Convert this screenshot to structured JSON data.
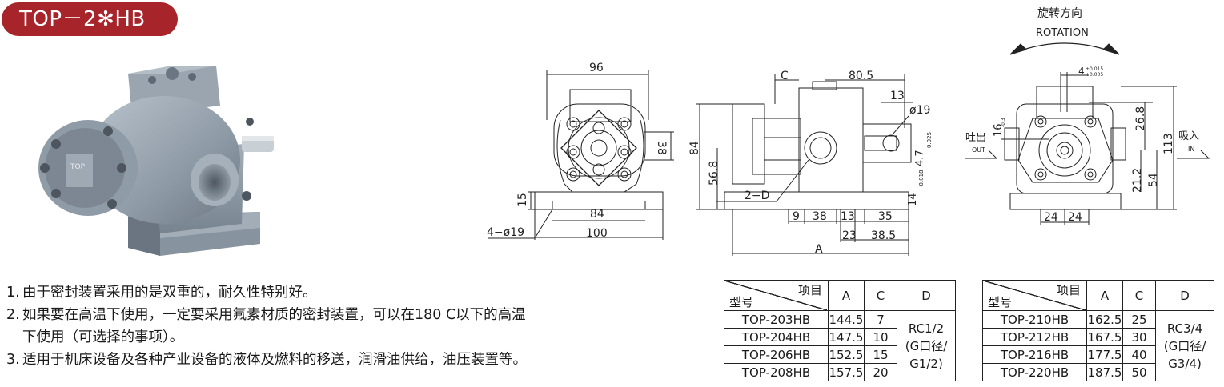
{
  "title": "TOP－2✻HB",
  "photo_label": "TOP",
  "rotation": {
    "cn": "旋转方向",
    "en": "ROTATION"
  },
  "ports": {
    "out_cn": "吐出",
    "out_en": "OUT",
    "in_cn": "吸入",
    "in_en": "IN"
  },
  "dims": {
    "front": {
      "w96": "96",
      "h38": "38",
      "h15": "15",
      "w84": "84",
      "w100": "100",
      "holes": "4−ø19"
    },
    "side": {
      "c": "C",
      "d805": "80.5",
      "d13a": "13",
      "dia19": "ø19",
      "h84": "84",
      "h568": "56.8",
      "d2d": "2−D",
      "d9": "9",
      "d38": "38",
      "d13b": "13",
      "d35": "35",
      "d23": "23",
      "d385": "38.5",
      "a": "A",
      "h47": "4.7",
      "h47tol": "0.025",
      "h14": "14",
      "h14tol": "-0.018"
    },
    "rear": {
      "key4": "4",
      "key4tol1": "+0.015",
      "key4tol2": "+0.005",
      "h16": "16",
      "h16tol": "-0.3",
      "d268": "26.8",
      "h113": "113",
      "h212": "21.2",
      "h54": "54",
      "d24a": "24",
      "d24b": "24"
    }
  },
  "features": [
    {
      "num": "1.",
      "lines": [
        "由于密封装置采用的是双重的，耐久性特别好。"
      ]
    },
    {
      "num": "2.",
      "lines": [
        "如果要在高温下使用，一定要采用氟素材质的密封装置，可以在180 C以下的高温",
        "下使用（可选择的事项）。"
      ]
    },
    {
      "num": "3.",
      "lines": [
        "适用于机床设备及各种产业设备的液体及燃料的移送，润滑油供给，油压装置等。"
      ]
    }
  ],
  "table_headers": {
    "item": "项目",
    "model": "型号",
    "a": "A",
    "c": "C",
    "d": "D"
  },
  "table1": {
    "rows": [
      {
        "model": "TOP-203HB",
        "a": "144.5",
        "c": "7"
      },
      {
        "model": "TOP-204HB",
        "a": "147.5",
        "c": "10"
      },
      {
        "model": "TOP-206HB",
        "a": "152.5",
        "c": "15"
      },
      {
        "model": "TOP-208HB",
        "a": "157.5",
        "c": "20"
      }
    ],
    "d_lines": [
      "RC1/2",
      "(G口径/",
      "G1/2)"
    ]
  },
  "table2": {
    "rows": [
      {
        "model": "TOP-210HB",
        "a": "162.5",
        "c": "25"
      },
      {
        "model": "TOP-212HB",
        "a": "167.5",
        "c": "30"
      },
      {
        "model": "TOP-216HB",
        "a": "177.5",
        "c": "40"
      },
      {
        "model": "TOP-220HB",
        "a": "187.5",
        "c": "50"
      }
    ],
    "d_lines": [
      "RC3/4",
      "(G口径/",
      "G3/4)"
    ]
  }
}
